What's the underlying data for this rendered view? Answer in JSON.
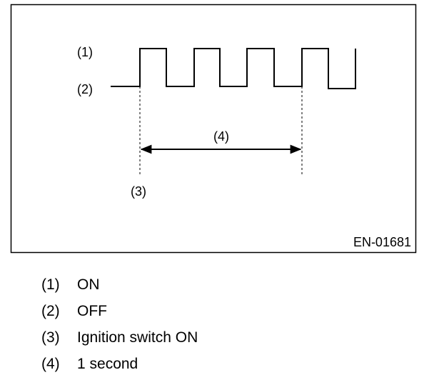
{
  "diagram": {
    "signal_labels": {
      "on": "(1)",
      "off": "(2)"
    },
    "interval_label": "(4)",
    "marker_label": "(3)",
    "figure_code": "EN-01681"
  },
  "legend": [
    {
      "num": "(1)",
      "text": "ON"
    },
    {
      "num": "(2)",
      "text": "OFF"
    },
    {
      "num": "(3)",
      "text": "Ignition switch ON"
    },
    {
      "num": "(4)",
      "text": "1 second"
    }
  ]
}
